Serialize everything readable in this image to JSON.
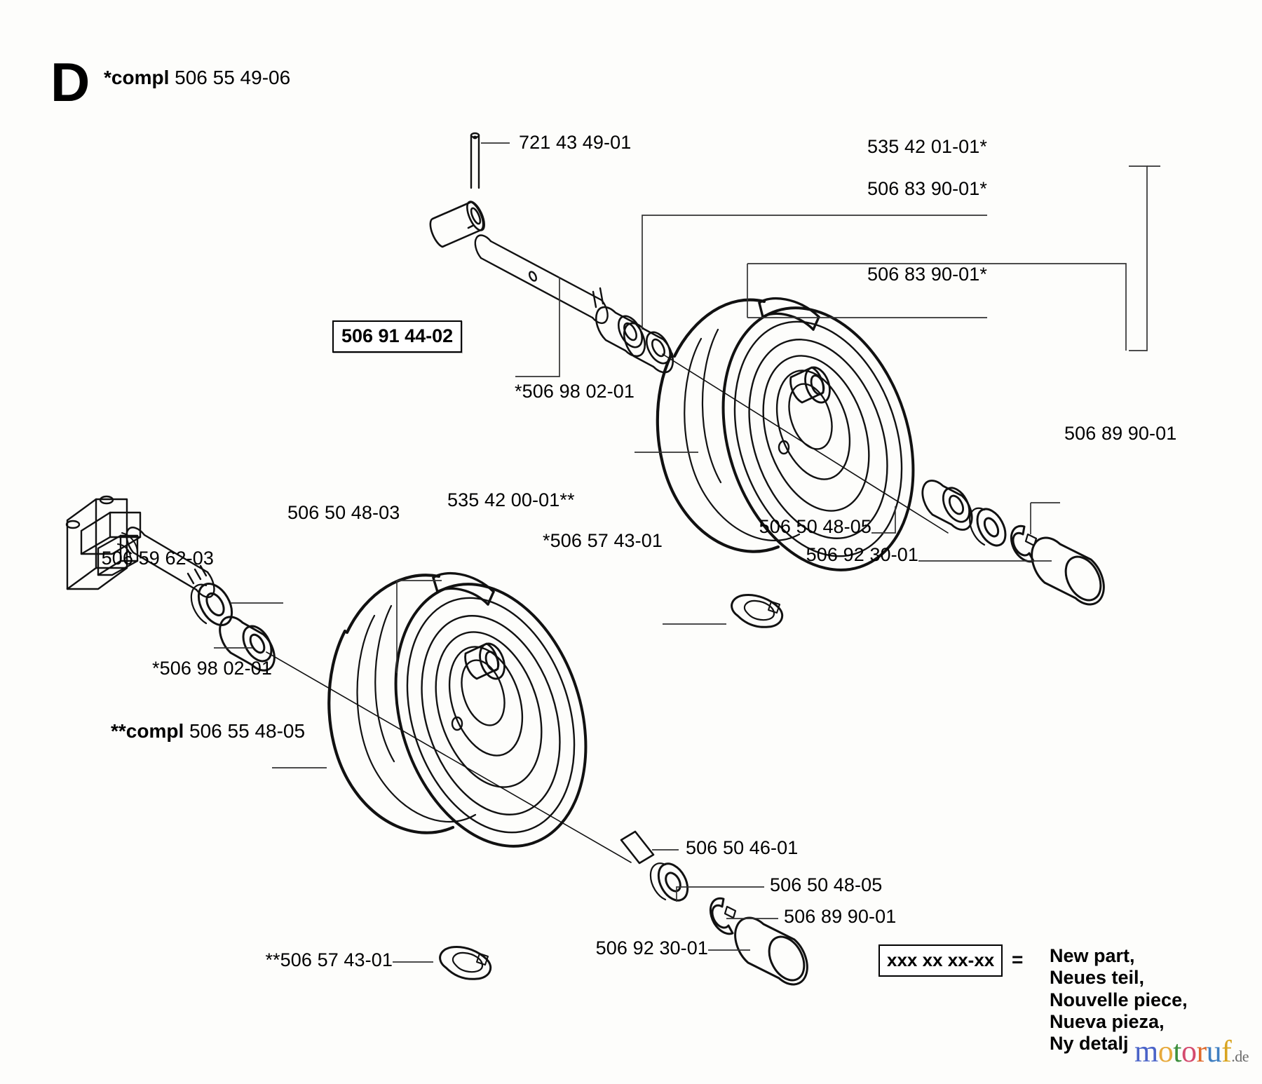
{
  "page": {
    "section_letter": "D",
    "header_note_bold": "*compl",
    "header_note_number": "506 55 49-06"
  },
  "notes": {
    "compl_double": "**compl 506 55 48-05",
    "compl_double_bold": "**compl",
    "compl_double_number": "506 55 48-05"
  },
  "boxed_part": {
    "label": "506 91 44-02"
  },
  "parts": [
    {
      "id": "pin-top",
      "label": "721 43 49-01"
    },
    {
      "id": "bearing-upper-a",
      "label": "535 42 01-01*"
    },
    {
      "id": "bearing-upper-b",
      "label": "506 83 90-01*"
    },
    {
      "id": "bearing-upper-c",
      "label": "506 83 90-01*"
    },
    {
      "id": "wheel-upper",
      "label": "*506 98 02-01"
    },
    {
      "id": "washer-right-upper",
      "label": "506 89 90-01"
    },
    {
      "id": "spacer-right-upper",
      "label": "506 50 48-05"
    },
    {
      "id": "cap-right-upper",
      "label": "506 92 30-01"
    },
    {
      "id": "washer-left",
      "label": "506 50 48-03"
    },
    {
      "id": "bushing-left",
      "label": "506 59 62-03"
    },
    {
      "id": "wheel-lower-tyre",
      "label": "535 42 00-01**"
    },
    {
      "id": "clip-upper",
      "label": "*506 57 43-01"
    },
    {
      "id": "wheel-lower",
      "label": "*506 98 02-01"
    },
    {
      "id": "key-lower",
      "label": "506 50 46-01"
    },
    {
      "id": "spacer-lower",
      "label": "506 50 48-05"
    },
    {
      "id": "washer-lower",
      "label": "506 89 90-01"
    },
    {
      "id": "cap-lower",
      "label": "506 92 30-01"
    },
    {
      "id": "clip-lower",
      "label": "**506 57 43-01"
    }
  ],
  "legend": {
    "pattern": "xxx xx xx-xx",
    "equals": "=",
    "lines": [
      "New part,",
      "Neues teil,",
      "Nouvelle piece,",
      "Nueva pieza,",
      "Ny detalj"
    ]
  },
  "watermark": {
    "l1": "m",
    "l2": "o",
    "l3": "t",
    "l4": "o",
    "l5": "r",
    "l6": "u",
    "l7": "f",
    "suffix": ".de"
  }
}
